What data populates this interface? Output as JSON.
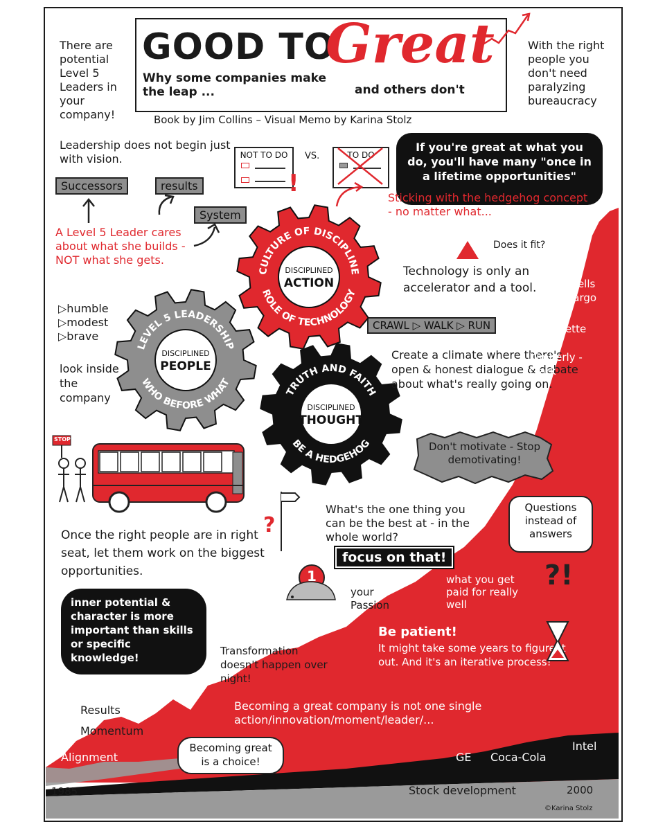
{
  "title": {
    "good_to": "GOOD TO",
    "great": "Great",
    "subtitle_left": "Why some companies make the leap ...",
    "subtitle_right": "and others don't",
    "byline": "Book by Jim Collins – Visual Memo by Karina Stolz"
  },
  "notes": {
    "top_left": "There are potential Level 5 Leaders in your company!",
    "top_right": "With the right people you don't need paralyzing bureaucracy",
    "vision": "Leadership does not begin just with vision.",
    "not_to_do": "NOT TO DO",
    "vs": "VS.",
    "to_do": "TO DO",
    "great_at": "If you're great at what you do, you'll have many \"once in a lifetime opportunities\"",
    "successors": "Successors",
    "results_box": "results",
    "system": "System",
    "hedgehog_stick": "Sticking with the hedgehog concept - no matter what...",
    "does_it_fit": "Does it fit?",
    "level5": "A Level 5 Leader cares about what she builds - NOT what she gets.",
    "technology": "Technology is only an accelerator and a tool.",
    "crawl": "CRAWL ▷ WALK ▷ RUN",
    "traits": [
      "▷humble",
      "▷modest",
      "▷brave"
    ],
    "look_inside": "look inside the company",
    "climate": "Create a climate where there's open & honest dialogue & debate about what's really going on.",
    "motivate": "Don't motivate - Stop demotivating!",
    "stop_sign": "STOP",
    "one_thing": "What's the one thing you can be the best at - in the whole world?",
    "focus": "focus on that!",
    "questions": "Questions instead of answers",
    "qmark": "?!",
    "right_people": "Once the right people are in right seat, let them work on the biggest opportunities.",
    "hedgehog_num": "1",
    "your_passion": "your Passion",
    "paid": "what you get paid for really well",
    "inner": "inner potential & character is more important than skills or specific knowledge!",
    "patient_title": "Be patient!",
    "patient": "It might take some years to figure it out. And it's an iterative process!",
    "transformation": "Transformation doesn't happen over night!",
    "becoming": "Becoming a great company is not one single action/innovation/moment/leader/...",
    "results": "Results",
    "momentum": "Momentum",
    "alignment": "Alignment",
    "choice": "Becoming great is a choice!",
    "year_start": "1985",
    "stock": "Stock development",
    "year_end": "2000",
    "copyright": "©Karina Stolz"
  },
  "gears": {
    "action": {
      "top": "CULTURE OF DISCIPLINE",
      "bottom": "ROLE OF TECHNOLOGY",
      "center1": "DISCIPLINED",
      "center2": "ACTION"
    },
    "people": {
      "top": "LEVEL 5 LEADERSHIP",
      "bottom": "WHO BEFORE WHAT",
      "center1": "DISCIPLINED",
      "center2": "PEOPLE"
    },
    "thought": {
      "top": "TRUTH AND FAITH",
      "bottom": "BE A HEDGEHOG",
      "center1": "DISCIPLINED",
      "center2": "THOUGHT"
    }
  },
  "companies": {
    "wells_fargo": "Wells Fargo",
    "gilette": "Gilette",
    "kimberly": "Kimberly -Clark",
    "ge": "GE",
    "coca": "Coca-Cola",
    "intel": "Intel"
  },
  "colors": {
    "red": "#e0282e",
    "grey": "#8e8e8e",
    "black": "#111111"
  }
}
